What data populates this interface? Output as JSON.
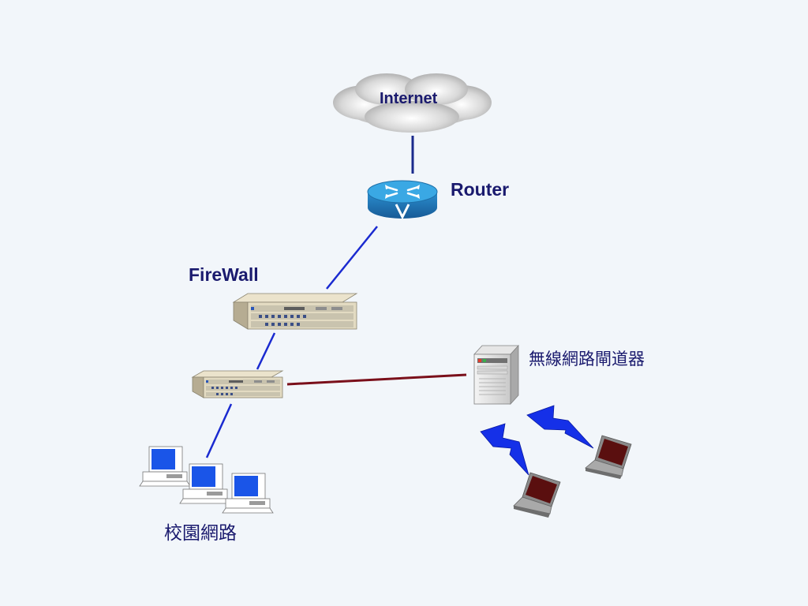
{
  "nodes": {
    "internet": {
      "label": "Internet"
    },
    "router": {
      "label": "Router"
    },
    "firewall": {
      "label": "FireWall"
    },
    "switch": {
      "label": ""
    },
    "wireless_gateway": {
      "label": "無線網路閘道器"
    },
    "campus_network": {
      "label": "校園網路"
    }
  },
  "links": [
    {
      "from": "internet",
      "to": "router",
      "color": "#1a2a8c"
    },
    {
      "from": "router",
      "to": "firewall",
      "color": "#1a2ad0"
    },
    {
      "from": "firewall",
      "to": "switch",
      "color": "#1a2ad0"
    },
    {
      "from": "switch",
      "to": "campus_network",
      "color": "#1a2ad0"
    },
    {
      "from": "switch",
      "to": "wireless_gateway",
      "color": "#7a0f1a"
    }
  ],
  "colors": {
    "label_text": "#1a1a6e",
    "router_body": "#2f9bd8",
    "wireless_signal": "#1530e8",
    "pc_screen": "#1a55e8",
    "laptop_screen": "#5a0f0f"
  }
}
